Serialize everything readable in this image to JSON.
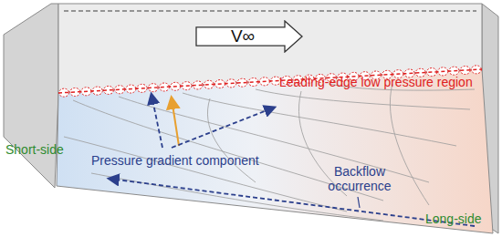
{
  "diagram": {
    "nodes": [
      {
        "text": [
          "V∞"
        ]
      }
    ],
    "labels": [
      "Leading-edge low pressure region",
      "Short-side",
      "Pressure gradient component",
      "Backflow occurrence",
      "Long-side"
    ]
  }
}
